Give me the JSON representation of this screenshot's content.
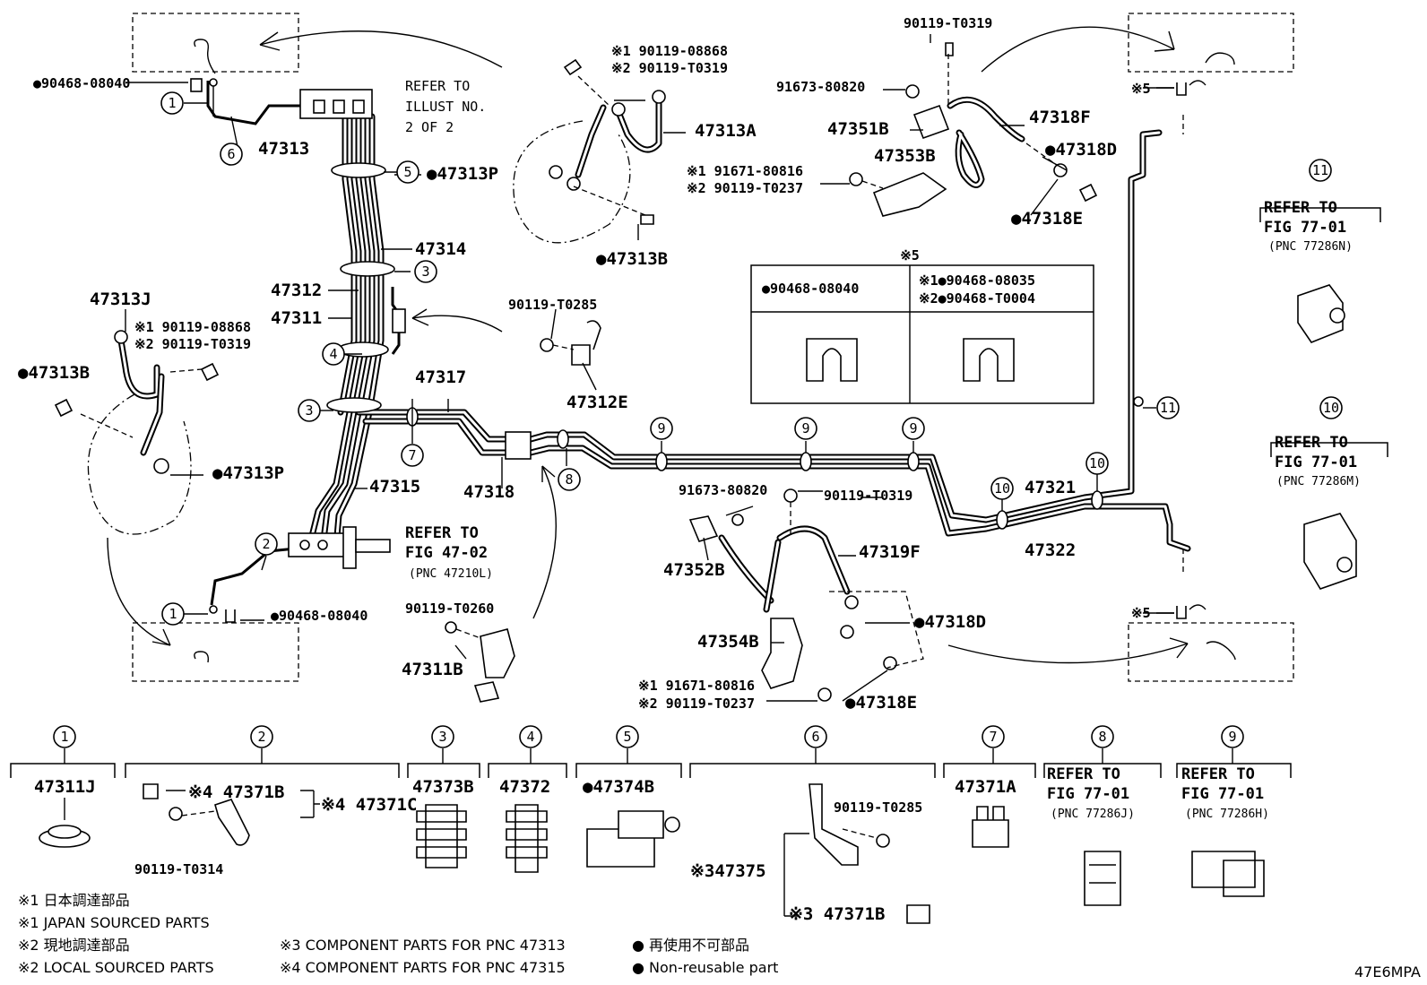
{
  "diagram": {
    "code": "47E6MPA",
    "header_labels": {
      "p47313": "47313",
      "p47314": "47314",
      "p47312": "47312",
      "p47311": "47311",
      "p47317": "47317",
      "p47315": "47315",
      "p47318": "47318",
      "p47313j": "47313J",
      "p47313a": "47313A",
      "p47313p_top": "●47313P",
      "p47313b_top": "●47313B",
      "p47313b_left": "●47313B",
      "p47313p_left": "●47313P",
      "p47312e": "47312E",
      "p47311b": "47311B",
      "p47318f": "47318F",
      "p47351b": "47351B",
      "p47353b": "47353B",
      "p47318d_top": "●47318D",
      "p47318e_top": "●47318E",
      "p47321": "47321",
      "p47322": "47322",
      "p47352b": "47352B",
      "p47319f": "47319F",
      "p47354b": "47354B",
      "p47318d_bot": "●47318D",
      "p47318e_bot": "●47318E"
    },
    "part_numbers": {
      "clip_tl": "●90468-08040",
      "clip_bl": "●90468-08040",
      "bolt_a1": "※1 90119-08868",
      "bolt_a2": "※2 90119-T0319",
      "bolt_j1": "※1 90119-08868",
      "bolt_j2": "※2 90119-T0319",
      "t0285": "90119-T0285",
      "t0260": "90119-T0260",
      "t0319_top": "90119-T0319",
      "n91673_top": "91673-80820",
      "n91671_top1": "※1 91671-80816",
      "n91671_top2": "※2 90119-T0237",
      "n91673_bot": "91673-80820",
      "t0319_bot": "90119-T0319",
      "n91671_bot1": "※1 91671-80816",
      "n91671_bot2": "※2 90119-T0237",
      "star5_a": "※5",
      "star5_b": "※5"
    },
    "refer_illust": [
      "REFER TO",
      "ILLUST NO.",
      "2 OF 2"
    ],
    "refer_fig47": [
      "REFER TO",
      "FIG 47-02",
      "(PNC 47210L)"
    ],
    "refer_11": [
      "REFER TO",
      "FIG 77-01",
      "(PNC 77286N)"
    ],
    "refer_10": [
      "REFER TO",
      "FIG 77-01",
      "(PNC 77286M)"
    ],
    "table5": {
      "title": "※5",
      "left_pn": "●90468-08040",
      "right_pn1": "※1●90468-08035",
      "right_pn2": "※2●90468-T0004"
    },
    "callouts": [
      "1",
      "2",
      "3",
      "4",
      "5",
      "6",
      "7",
      "8",
      "9",
      "10",
      "11"
    ],
    "bottom_parts": [
      {
        "num": "1",
        "label": "47311J"
      },
      {
        "num": "2",
        "label": "※4 47371B",
        "extra": "※4 47371C",
        "bolt": "90119-T0314"
      },
      {
        "num": "3",
        "label": "47373B"
      },
      {
        "num": "4",
        "label": "47372"
      },
      {
        "num": "5",
        "label": "●47374B"
      },
      {
        "num": "6",
        "label": "※347375",
        "bolt": "90119-T0285",
        "extra": "※3 47371B"
      },
      {
        "num": "7",
        "label": "47371A"
      },
      {
        "num": "8",
        "label": "REFER TO",
        "fig": "FIG 77-01",
        "pnc": "(PNC 77286J)"
      },
      {
        "num": "9",
        "label": "REFER TO",
        "fig": "FIG 77-01",
        "pnc": "(PNC 77286H)"
      }
    ],
    "notes": [
      "※1 日本調達部品",
      "※1 JAPAN SOURCED PARTS",
      "※2 現地調達部品",
      "※2 LOCAL SOURCED PARTS",
      "※3  COMPONENT PARTS FOR PNC 47313",
      "※4  COMPONENT PARTS FOR PNC 47315",
      "●  再使用不可部品",
      "●  Non-reusable part"
    ]
  }
}
